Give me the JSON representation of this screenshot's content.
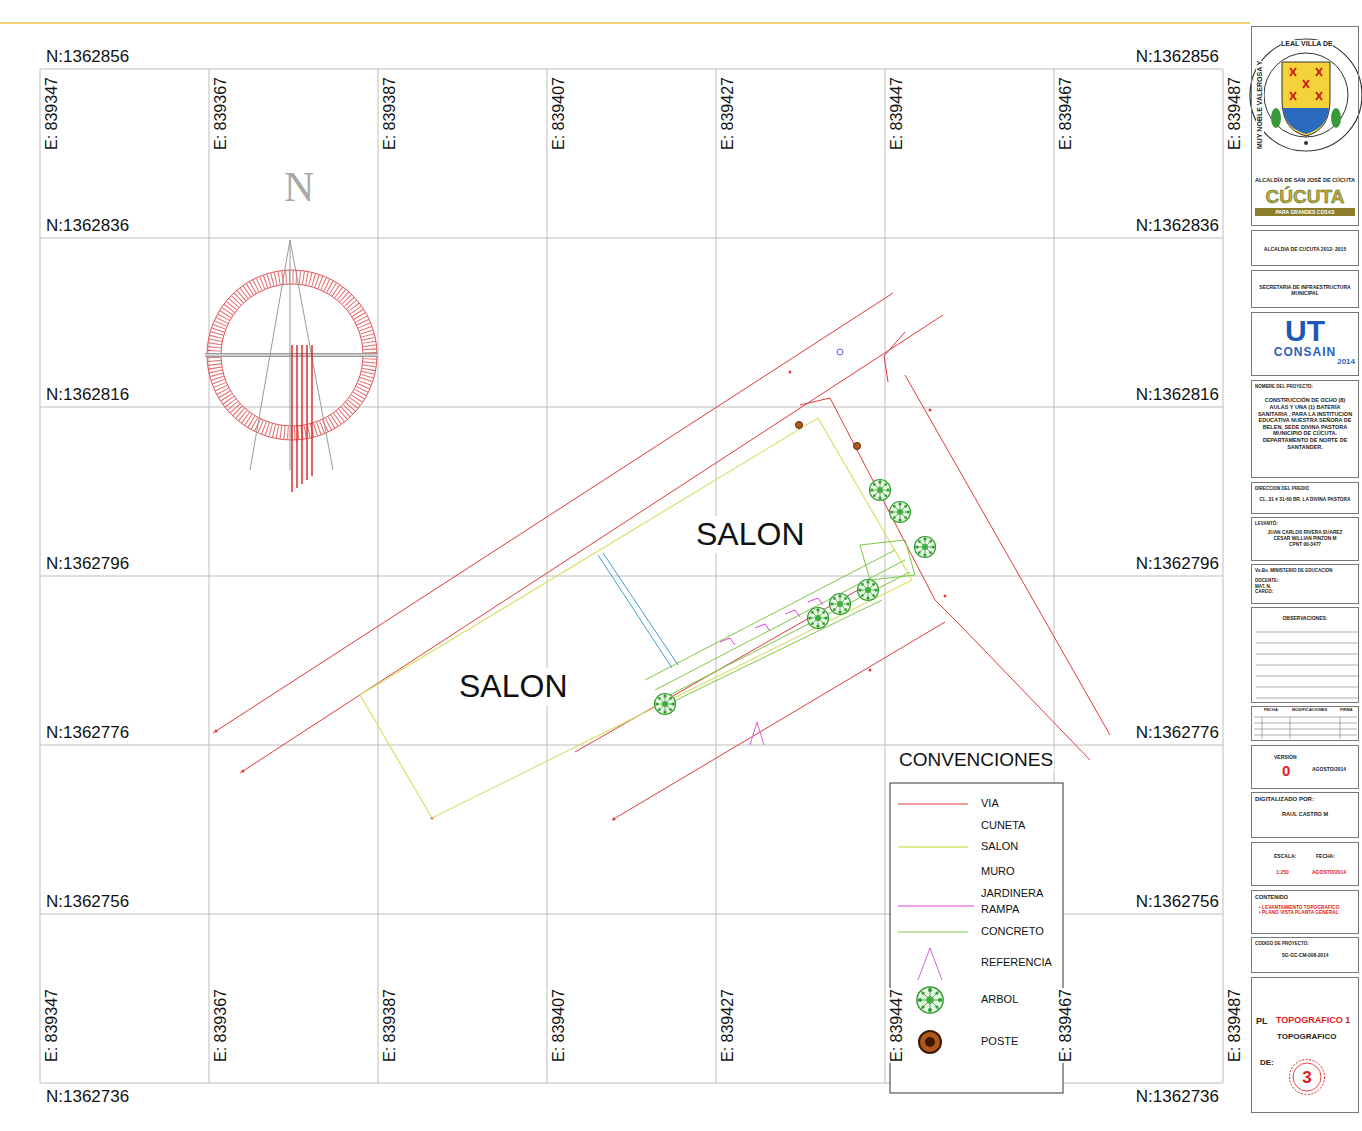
{
  "diagram": {
    "nodes": [
      {
        "text": [
          "LEAL VILLA DE",
          "MUY NOBLE VALEROSA Y",
          "ALCALDÍA DE SAN JOSÉ DE CÚCUTA",
          "CÚCUTA",
          "PARA GRANDES COSAS"
        ]
      },
      {
        "text": [
          "ALCALDIA DE CUCUTA 2012- 2015"
        ]
      },
      {
        "text": [
          "SECRETARIA DE INFRAESTRUCTURA MUNICIPAL"
        ]
      },
      {
        "text": [
          "UT",
          "CONSAIN",
          "2014"
        ]
      },
      {
        "text": [
          "NOMBRE DEL PROYECTO:",
          "CONSTRUCCIÓN DE OCHO (8) AULAS Y UNA (1) BATERÍA SANITARIA , PARA LA INSTITUCION EDUCATIVA NUESTRA SEÑORA DE BELEN, SEDE DIVINA PASTORA MUNICIPIO DE CÚCUTA. DEPARTAMENTO DE NORTE DE SANTANDER."
        ]
      },
      {
        "text": [
          "DIRECCION DEL PREDIO",
          "CL. 31 # 31-60 BR. LA DIVINA PASTORA"
        ]
      },
      {
        "text": [
          "LEVANTÓ:",
          "JUAN CARLOS RIVERA SUAREZ",
          "CESAR WILLIAN PINZON M",
          "CPNT 00-3477"
        ]
      },
      {
        "text": [
          "Vo.Bo. MINISTERIO DE EDUCACION",
          "DOCENTE:",
          "MAT. N.",
          "CARGO:"
        ]
      },
      {
        "text": [
          "OBSERVACIONES:"
        ]
      },
      {
        "text": [
          "FECHA",
          "MODIFICACIONES",
          "FIRMA"
        ]
      },
      {
        "text": [
          "VERSION",
          "0",
          "AGOSTO/2014"
        ]
      },
      {
        "text": [
          "DIGITALIZADO POR:",
          "RAUL CASTRO M"
        ]
      },
      {
        "text": [
          "ESCALA:",
          "FECHA:",
          "1:250",
          "AGOSTO/2014"
        ]
      },
      {
        "text": [
          "CONTENIDO",
          "• LEVANTAMIENTO TOPOGRAFICO",
          "• PLANO VISTA PLANTA GENERAL"
        ]
      },
      {
        "text": [
          "CODIGO DE PROYECTO:",
          "SG-GC-CM-008-2014"
        ]
      },
      {
        "text": [
          "PL",
          "TOPOGRAFICO 1",
          "TOPOGRAFICO",
          "DE:"
        ]
      },
      {
        "text": [
          "3"
        ],
        "in": 15
      }
    ],
    "labels": [
      "N:1362856",
      "N:1362856",
      "N:1362836",
      "N:1362836",
      "N:1362816",
      "N:1362816",
      "N:1362796",
      "N:1362796",
      "N:1362776",
      "N:1362776",
      "N:1362756",
      "N:1362756",
      "N:1362736",
      "N:1362736",
      "E: 839347",
      "E: 839367",
      "E: 839387",
      "E: 839407",
      "E: 839427",
      "E: 839447",
      "E: 839467",
      "E: 839487",
      "E: 839347",
      "E: 839367",
      "E: 839387",
      "E: 839407",
      "E: 839427",
      "E: 839447",
      "E: 839467",
      "E: 839487",
      "N",
      "SALON",
      "SALON",
      "CONVENCIONES"
    ],
    "legend": [
      {
        "text": "VIA"
      },
      {
        "text": "CUNETA"
      },
      {
        "text": "SALON"
      },
      {
        "text": "MURO"
      },
      {
        "text": "JARDINERA"
      },
      {
        "text": "RAMPA"
      },
      {
        "text": "CONCRETO"
      },
      {
        "text": "REFERENCIA"
      },
      {
        "text": "ARBOL"
      },
      {
        "text": "POSTE"
      }
    ]
  }
}
